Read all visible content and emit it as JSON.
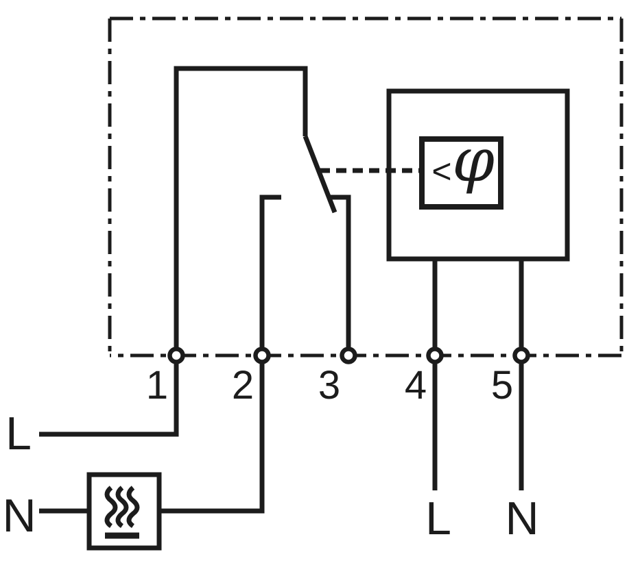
{
  "page": {
    "background": "#ffffff",
    "line_color": "#1c1c1c"
  },
  "diagram": {
    "terminals": [
      "1",
      "2",
      "3",
      "4",
      "5"
    ],
    "supply": {
      "line": "L",
      "neutral": "N"
    },
    "load": {
      "line": "L",
      "neutral": "N"
    },
    "sensor": {
      "symbol": "<φ",
      "lt": "<",
      "phi": "φ"
    },
    "icons": {
      "heater": "heating-element-icon",
      "sensor_box": "humidity-sensor-icon"
    }
  }
}
